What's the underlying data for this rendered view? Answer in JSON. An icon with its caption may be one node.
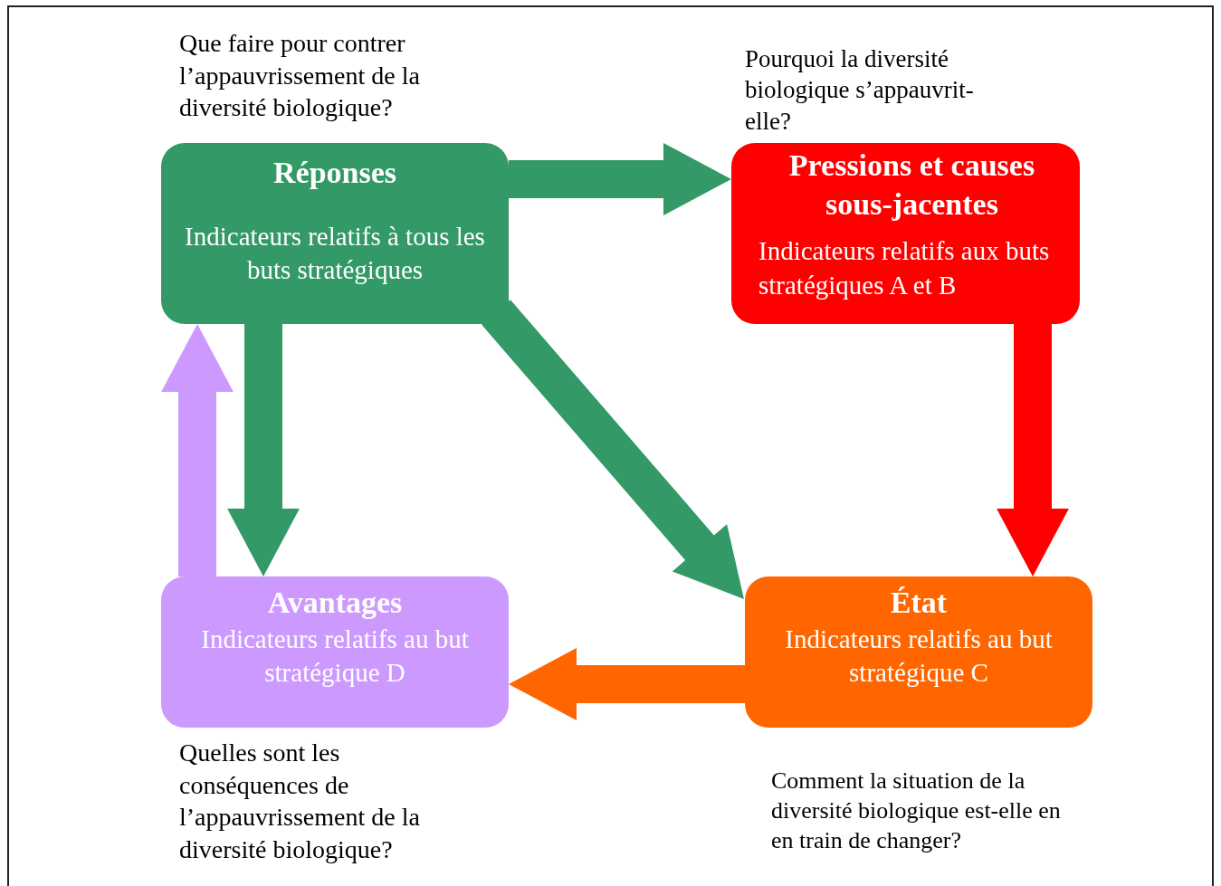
{
  "diagram": {
    "nodes": [
      {
        "text": [
          "Réponses",
          "Indicateurs relatifs à tous les buts stratégiques"
        ],
        "beside": [
          "Que faire pour contrer l’appauvrissement de la diversité biologique?"
        ]
      },
      {
        "text": [
          "Pressions et causes sous-jacentes",
          "Indicateurs relatifs aux buts stratégiques A et B"
        ],
        "beside": [
          "Pourquoi la diversité biologique s’appauvrit-elle?"
        ]
      },
      {
        "text": [
          "Avantages",
          "Indicateurs relatifs au but stratégique D"
        ],
        "beside": [
          "Quelles sont les conséquences de l’appauvrissement de la diversité biologique?"
        ]
      },
      {
        "text": [
          "État",
          "Indicateurs relatifs au but stratégique C"
        ],
        "beside": [
          "Comment la situation de la diversité biologique est-elle en en train de changer?"
        ]
      }
    ],
    "edges": [
      {
        "from": 0,
        "to": 1,
        "arrow": "to",
        "style": "thick",
        "color": "#339966"
      },
      {
        "from": 0,
        "to": 2,
        "arrow": "to",
        "style": "thick",
        "color": "#339966"
      },
      {
        "from": 0,
        "to": 3,
        "arrow": "to",
        "style": "thick",
        "color": "#339966"
      },
      {
        "from": 1,
        "to": 3,
        "arrow": "to",
        "style": "thick",
        "color": "#ff0000"
      },
      {
        "from": 3,
        "to": 2,
        "arrow": "to",
        "style": "thick",
        "color": "#ff6600"
      },
      {
        "from": 2,
        "to": 0,
        "arrow": "to",
        "style": "thick",
        "color": "#cc99ff"
      }
    ]
  }
}
